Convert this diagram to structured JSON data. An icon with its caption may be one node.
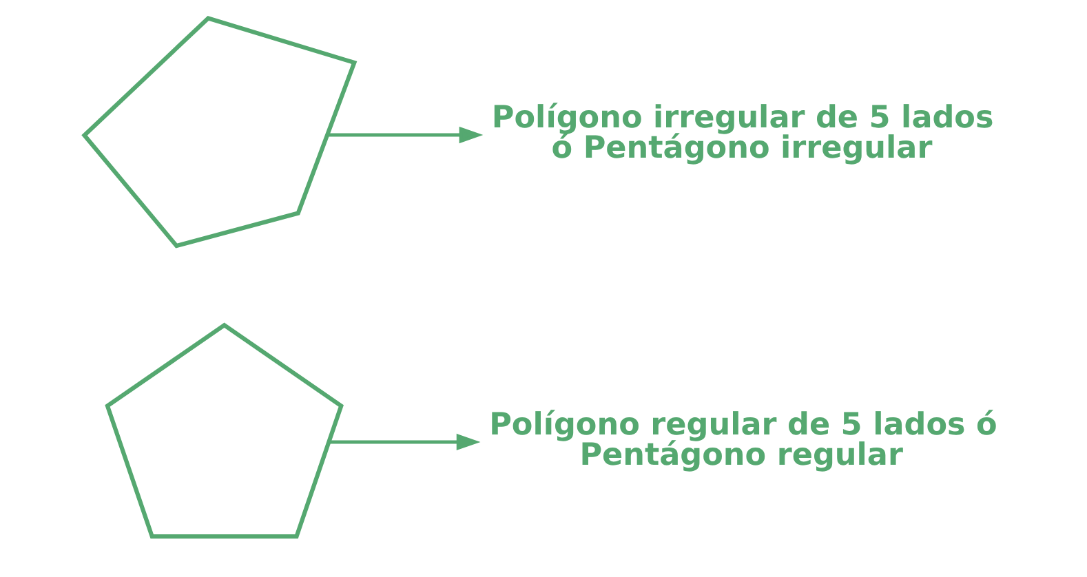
{
  "diagram": {
    "nodes": [
      {
        "text": [],
        "shape": "pentagon"
      },
      {
        "text": [
          "Polígono irregular de 5 lados ó Pentágono irregular"
        ]
      },
      {
        "text": [],
        "shape": "pentagon"
      },
      {
        "text": [
          "Polígono regular de 5 lados ó Pentágono regular"
        ]
      }
    ],
    "edges": [
      {
        "from": 0,
        "to": 1,
        "arrow": "to"
      },
      {
        "from": 2,
        "to": 3,
        "arrow": "to"
      }
    ]
  }
}
